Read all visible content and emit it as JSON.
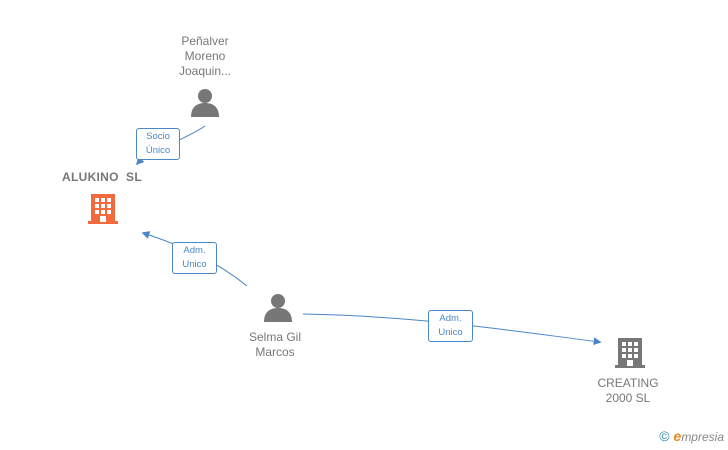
{
  "nodes": {
    "person_penalver": {
      "label": "Peñalver\nMoreno\nJoaquin...",
      "type": "person",
      "color": "#777777"
    },
    "company_alukino": {
      "label": "ALUKINO  SL",
      "type": "company",
      "color": "#f26a3d"
    },
    "person_selma": {
      "label": "Selma Gil\nMarcos",
      "type": "person",
      "color": "#777777"
    },
    "company_creating": {
      "label": "CREATING\n2000  SL",
      "type": "company",
      "color": "#777777"
    }
  },
  "edges": {
    "socio": {
      "label": "Socio\nÚnico",
      "color": "#4a86c8"
    },
    "adm1": {
      "label": "Adm.\nUnico",
      "color": "#4a86c8"
    },
    "adm2": {
      "label": "Adm.\nUnico",
      "color": "#4a86c8"
    }
  },
  "brand": {
    "copyright": "©",
    "name_first": "e",
    "name_rest": "mpresia"
  }
}
